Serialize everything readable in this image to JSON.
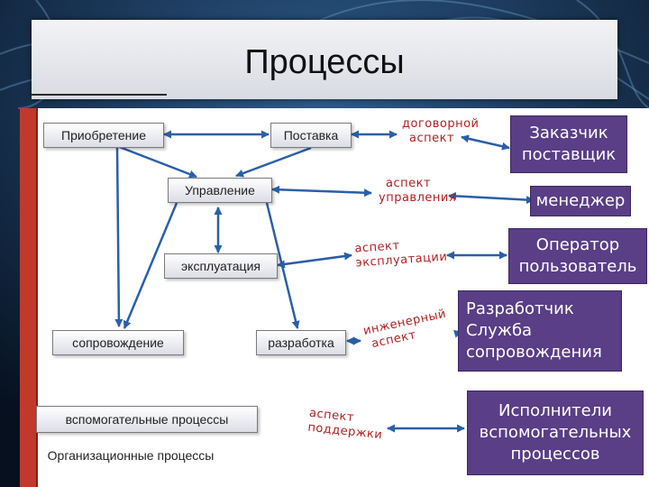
{
  "title": "Процессы",
  "boxes": {
    "acquisition": "Приобретение",
    "supply": "Поставка",
    "management": "Управление",
    "operation": "эксплуатация",
    "maintenance": "сопровождение",
    "development": "разработка",
    "auxiliary": "вспомогательные процессы",
    "organizational": "Организационные процессы"
  },
  "aspects": {
    "contract": [
      "договорной",
      "аспект"
    ],
    "management": [
      "аспект",
      "управления"
    ],
    "operation": [
      "аспект",
      "эксплуатации"
    ],
    "engineering": [
      "инженерный",
      "аспект"
    ],
    "support": [
      "аспект",
      "поддержки"
    ]
  },
  "roles": {
    "customer_supplier": [
      "Заказчик",
      "поставщик"
    ],
    "manager": [
      "менеджер"
    ],
    "operator_user": [
      "Оператор",
      "пользователь"
    ],
    "developer_service": [
      "Разработчик",
      "Служба",
      "сопровождения"
    ],
    "auxiliary_executors": [
      "Исполнители",
      "вспомогательных",
      "процессов"
    ]
  },
  "colors": {
    "arrow": "#2a5fa8",
    "aspect_text": "#b02020",
    "role_bg": "#5a3e86",
    "side_bar": "#c0392b"
  }
}
